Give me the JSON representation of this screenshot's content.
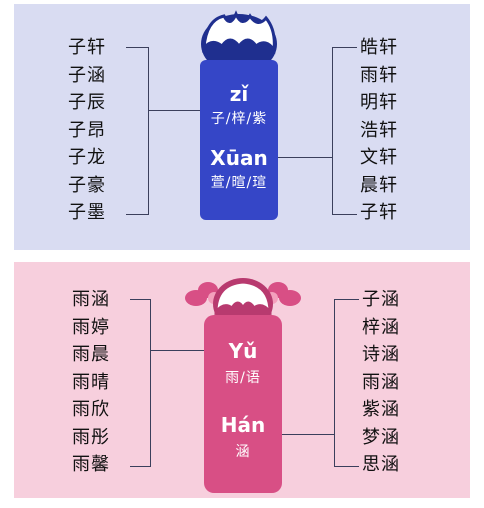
{
  "boy": {
    "left_names": [
      "子轩",
      "子涵",
      "子辰",
      "子昂",
      "子龙",
      "子豪",
      "子墨"
    ],
    "right_names": [
      "皓轩",
      "雨轩",
      "明轩",
      "浩轩",
      "文轩",
      "晨轩",
      "子轩"
    ],
    "syllable1": {
      "pinyin": "zǐ",
      "chars": "子/梓/紫"
    },
    "syllable2": {
      "pinyin": "Xūan",
      "chars": "萱/暄/瑄"
    }
  },
  "girl": {
    "left_names": [
      "雨涵",
      "雨婷",
      "雨晨",
      "雨晴",
      "雨欣",
      "雨彤",
      "雨馨"
    ],
    "right_names": [
      "子涵",
      "梓涵",
      "诗涵",
      "雨涵",
      "紫涵",
      "梦涵",
      "思涵"
    ],
    "syllable1": {
      "pinyin": "Yǔ",
      "chars": "雨/语"
    },
    "syllable2": {
      "pinyin": "Hán",
      "chars": "涵"
    }
  },
  "colors": {
    "boy_bg": "#d9dcf2",
    "boy_pill": "#3546c7",
    "girl_bg": "#f7cfdd",
    "girl_pill": "#d84f85"
  }
}
